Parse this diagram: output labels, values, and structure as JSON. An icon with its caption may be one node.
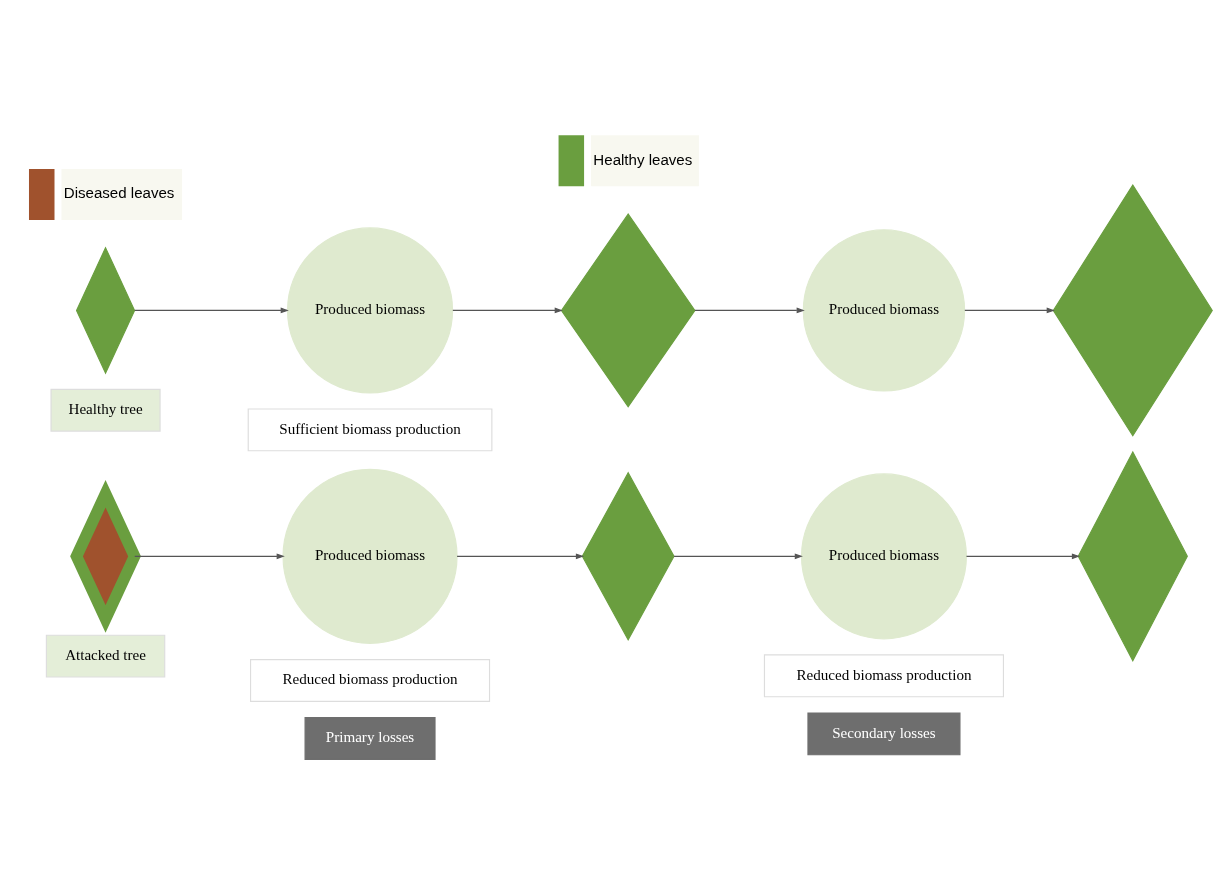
{
  "diagram": {
    "nodes": [
      {
        "text": [],
        "shape": "diamond",
        "beside": [
          "Healthy tree"
        ]
      },
      {
        "text": [
          "Produced biomass"
        ],
        "beside": [
          "Sufficient biomass production"
        ]
      },
      {
        "text": [],
        "shape": "diamond"
      },
      {
        "text": [
          "Produced biomass"
        ]
      },
      {
        "text": [],
        "shape": "diamond"
      },
      {
        "text": [],
        "shape": "diamond",
        "beside": [
          "Attacked tree"
        ]
      },
      {
        "text": [
          "Produced biomass"
        ],
        "beside": [
          "Reduced biomass production"
        ]
      },
      {
        "text": [],
        "shape": "diamond"
      },
      {
        "text": [
          "Produced biomass"
        ],
        "beside": [
          "Reduced biomass production"
        ]
      },
      {
        "text": [],
        "shape": "diamond"
      }
    ],
    "edges": [
      {
        "from": 0,
        "to": 1,
        "arrow": "to"
      },
      {
        "from": 1,
        "to": 2,
        "arrow": "to"
      },
      {
        "from": 2,
        "to": 3,
        "arrow": "to"
      },
      {
        "from": 3,
        "to": 4,
        "arrow": "to"
      },
      {
        "from": 5,
        "to": 6,
        "arrow": "to"
      },
      {
        "from": 6,
        "to": 7,
        "arrow": "to"
      },
      {
        "from": 7,
        "to": 8,
        "arrow": "to"
      },
      {
        "from": 8,
        "to": 9,
        "arrow": "to"
      }
    ],
    "labels": [
      "Primary losses",
      "Secondary losses"
    ],
    "legend": [
      {
        "text": "Diseased leaves",
        "color": "#a0522d"
      },
      {
        "text": "Healthy leaves",
        "color": "#6a9e3f"
      }
    ]
  }
}
